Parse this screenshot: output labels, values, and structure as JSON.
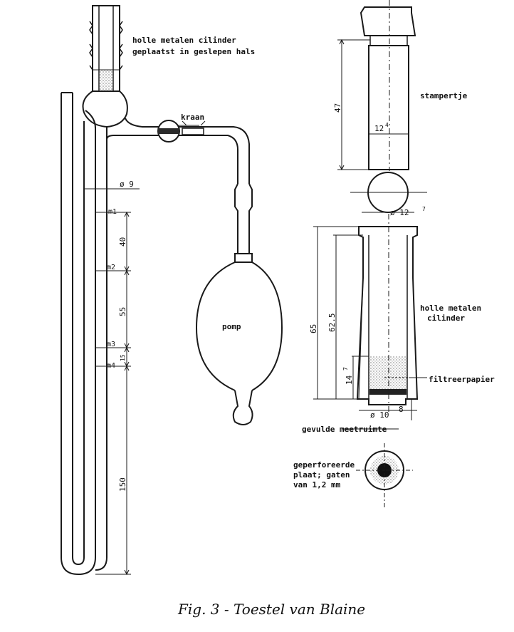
{
  "labels": {
    "hollow_cylinder_top_1": "holle metalen cilinder",
    "hollow_cylinder_top_2": "geplaatst in geslepen hals",
    "tap": "kraan",
    "pump": "pomp",
    "plunger": "stampertje",
    "hollow_cylinder_right_1": "holle metalen",
    "hollow_cylinder_right_2": "cilinder",
    "filter_paper": "filtreerpapier",
    "filled_chamber": "gevulde meetruimte",
    "perforated_1": "geperforeerde",
    "perforated_2": "plaat; gaten",
    "perforated_3": "van 1,2 mm",
    "m1": "m1",
    "m2": "m2",
    "m3": "m3",
    "m4": "m4"
  },
  "dimensions": {
    "tube_diameter": "ø 9",
    "d_40": "40",
    "d_55": "55",
    "d_15": "15",
    "d_150": "150",
    "plunger_length": "47",
    "plunger_diameter_1": "12",
    "plunger_diameter_1_sup": "4",
    "plunger_diameter_2": "ø 12",
    "plunger_diameter_2_sup": "7",
    "cylinder_height": "65",
    "cylinder_inner_height": "62.5",
    "bed_height": "14",
    "bed_height_sup": "7",
    "bottom_diameter": "ø 10",
    "bottom_height": "8"
  },
  "caption": "Fig. 3 - Toestel van Blaine"
}
